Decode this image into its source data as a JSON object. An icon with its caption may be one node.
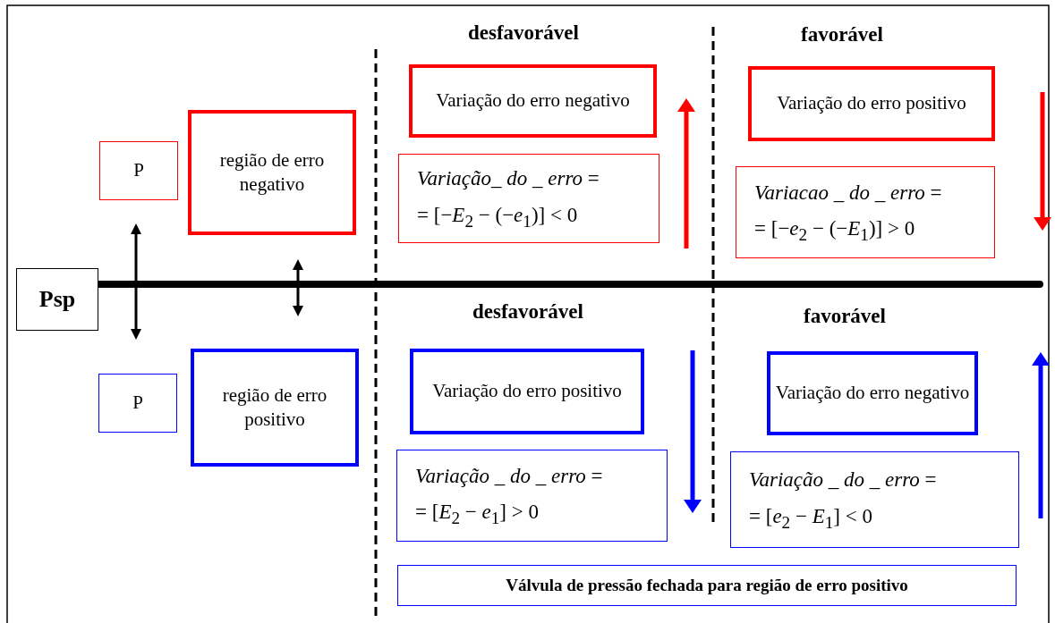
{
  "diagram": {
    "nodes": [
      {
        "text": [
          "Psp"
        ]
      },
      {
        "text": [
          "P"
        ]
      },
      {
        "text": [
          "região de erro negativo"
        ]
      },
      {
        "text": [
          "P"
        ]
      },
      {
        "text": [
          "região de erro positivo"
        ]
      },
      {
        "text": [
          "Variação do erro negativo"
        ]
      },
      {
        "text": [
          "*Variação_ do _ erro* =",
          "= [−*E*$_{2}$ − (−*e*$_{1}$)] < 0"
        ]
      },
      {
        "text": [
          "Variação do erro positivo"
        ]
      },
      {
        "text": [
          "*Variacao _ do _ erro* =",
          "= [−*e*$_{2}$ − (−*E*$_{1}$)] > 0"
        ]
      },
      {
        "text": [
          "Variação do erro positivo"
        ]
      },
      {
        "text": [
          "*Variação _ do _ erro* =",
          "= [*E*$_{2}$ − *e*$_{1}$] > 0"
        ]
      },
      {
        "text": [
          "Variação do erro negativo"
        ]
      },
      {
        "text": [
          "*Variação _ do _ erro* =",
          "= [*e*$_{2}$ − *E*$_{1}$] < 0"
        ]
      },
      {
        "text": [
          "Válvula de pressão fechada para região de erro positivo"
        ]
      }
    ],
    "labels": [
      "desfavorável",
      "favorável",
      "desfavorável",
      "favorável"
    ]
  }
}
